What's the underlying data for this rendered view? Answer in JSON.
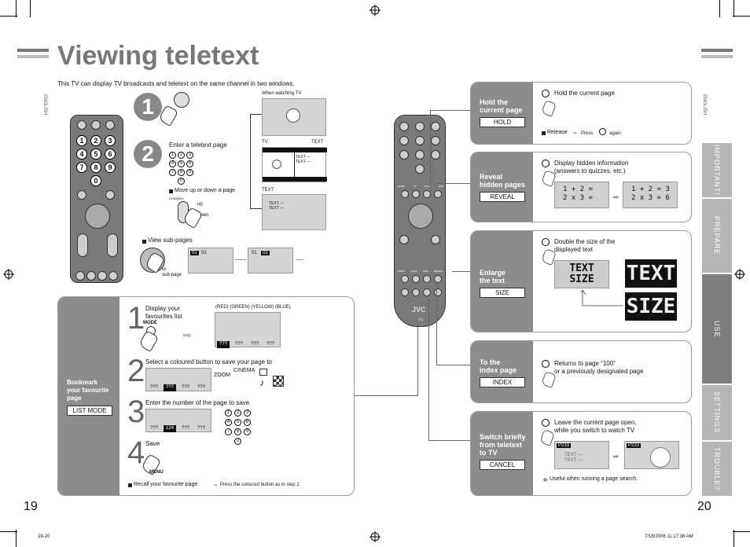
{
  "title": "Viewing teletext",
  "intro": "This TV can display TV broadcasts and teletext on the same channel in two windows.",
  "side_left": "ENGLISH",
  "side_right": "ENGLISH",
  "page_left": "19",
  "page_right": "20",
  "footer_left": "19-20",
  "footer_right": "7/18/2006   11:17:38 AM",
  "steps_top": {
    "s1": "1",
    "s2": "2",
    "enter_page": "Enter a teletext page",
    "move": "Move up or down a page",
    "channel": "CHANNEL",
    "up": "up",
    "down": "down",
    "view_sub": "View sub-pages",
    "to_sub": "to\nsub-page",
    "sub1_a": "01",
    "sub1_b": "02",
    "sub2_a": "01",
    "sub2_b": "02"
  },
  "screens": {
    "when_watching": "When watching TV",
    "tv": "TV",
    "text": "TEXT",
    "text2": "TEXT",
    "text_line": "TEXT ---",
    "text_line2": "TEXT ---"
  },
  "remote": {
    "digits": [
      "1",
      "2",
      "3",
      "4",
      "5",
      "6",
      "7",
      "8",
      "9",
      "0"
    ],
    "brand": "JVC",
    "tv_label": "TV",
    "mode_labels": [
      "MODE",
      "TV",
      "TEXT",
      "EPG",
      "INDEX",
      "HOLD",
      "SIZE",
      "REVEAL"
    ]
  },
  "digits_small": [
    "1",
    "2",
    "3",
    "4",
    "5",
    "6",
    "7",
    "8",
    "9",
    "0"
  ],
  "bookmark": {
    "title": "Bookmark\nyour favourite\npage",
    "tag": "LIST MODE",
    "s1": "1",
    "s1_text": "Display your\nfavourites list",
    "s1_key": "MODE",
    "colours": "(RED) (GREEN) (YELLOW) (BLUE)",
    "qqq": "???",
    "s2": "2",
    "s2_text": "Select a coloured button to save your page to",
    "zoom": "ZOOM",
    "cinema": "CINEMA",
    "s3": "3",
    "s3_text": "Enter the number of the page to save",
    "page124": "124",
    "s4": "4",
    "s4_text": "Save",
    "menu": "MENU",
    "recall": "Recall your favourite page",
    "recall_note": "Press the coloured button as in step 2"
  },
  "features": {
    "hold": {
      "title": "Hold the\ncurrent page",
      "tag": "HOLD",
      "line1": "Hold the current page",
      "release": "Release",
      "press": "Press",
      "again": "again"
    },
    "reveal": {
      "title": "Reveal\nhidden pages",
      "tag": "REVEAL",
      "desc": "Display hidden information\n(answers to quizzes, etc.)",
      "before": "1 + 2 =\n2 x 3 =",
      "after": "1 + 2 = 3\n2 x 3 = 6"
    },
    "size": {
      "title": "Enlarge\nthe text",
      "tag": "SIZE",
      "desc": "Double the size of the\ndisplayed text",
      "small": "TEXT\nSIZE",
      "big1": "TEXT",
      "big2": "SIZE"
    },
    "index": {
      "title": "To the\nindex page",
      "tag": "INDEX",
      "desc": "Returns to page “100”\nor a previously designated page"
    },
    "cancel": {
      "title": "Switch briefly\nfrom teletext\nto TV",
      "tag": "CANCEL",
      "desc": "Leave the current page open,\nwhile you switch to watch TV",
      "p": "P233",
      "text1": "TEXT ---",
      "text2": "TEXT ---",
      "note": "Useful when running a page search."
    }
  },
  "tabs": [
    "IMPORTANT!",
    "PREPARE",
    "USE",
    "SETTINGS",
    "TROUBLE?"
  ],
  "colors": {
    "panel": "#8c8c8c",
    "tab": "#b5b5b5",
    "tab_active": "#7d7d7d"
  }
}
